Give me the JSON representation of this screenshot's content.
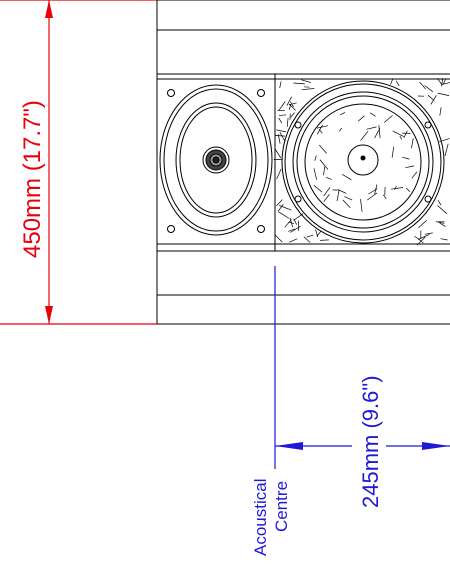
{
  "dimensions": {
    "height_label": "450mm (17.7\")",
    "width_label": "245mm (9.6\")",
    "acoustical_centre_line1": "Acoustical",
    "acoustical_centre_line2": "Centre"
  },
  "colors": {
    "height_dimension": "#e8000b",
    "width_dimension": "#1f18d6",
    "drawing_lines": "#000000",
    "background": "#ffffff"
  },
  "components": {
    "tweeter": "elliptical tweeter with mounting screws",
    "woofer": "round bass driver with flange and mounting screws"
  }
}
